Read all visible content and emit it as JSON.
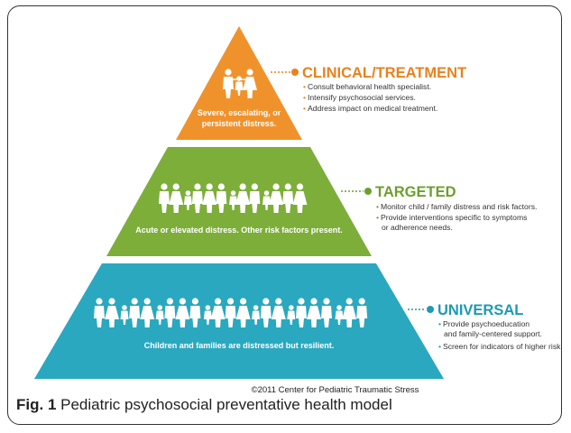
{
  "figure": {
    "caption_label": "Fig. 1",
    "caption_text": "Pediatric psychosocial preventative health model",
    "copyright": "©2011 Center for Pediatric Traumatic Stress"
  },
  "tiers": [
    {
      "title": "CLINICAL/TREATMENT",
      "description_lines": [
        "Severe, escalating, or",
        "persistent distress."
      ],
      "bullets": [
        [
          "Consult behavioral health specialist."
        ],
        [
          "Intensify psychosocial services."
        ],
        [
          "Address impact on medical treatment."
        ]
      ],
      "color": "#F0922B",
      "accent": "#E8821E"
    },
    {
      "title": "TARGETED",
      "description_lines": [
        "Acute or elevated distress.  Other risk factors present."
      ],
      "bullets": [
        [
          "Monitor child / family distress and risk factors."
        ],
        [
          "Provide interventions specific to  symptoms",
          "or adherence needs."
        ]
      ],
      "color": "#7DAE3A",
      "accent": "#6E9E2E"
    },
    {
      "title": "UNIVERSAL",
      "description_lines": [
        "Children and families are distressed but resilient."
      ],
      "bullets": [
        [
          "Provide psychoeducation",
          "and family-centered support."
        ],
        [
          "Screen for indicators of higher risk."
        ]
      ],
      "color": "#2AA8BF",
      "accent": "#1E9AB2"
    }
  ],
  "icons": {
    "people": "person-icon"
  }
}
